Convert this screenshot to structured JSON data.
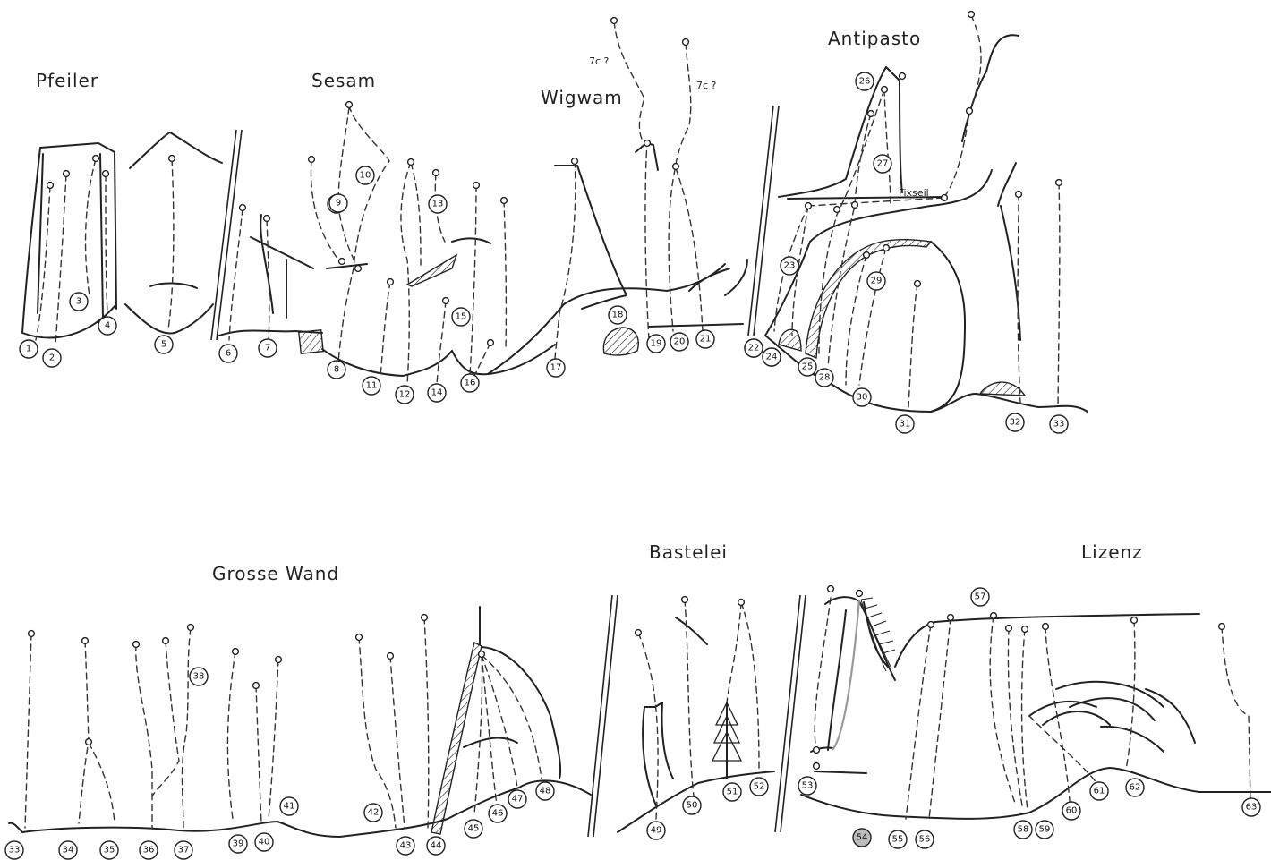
{
  "sectors": {
    "pfeiler": "Pfeiler",
    "sesam": "Sesam",
    "wigwam": "Wigwam",
    "antipasto": "Antipasto",
    "grosse_wand": "Grosse  Wand",
    "bastelei": "Bastelei",
    "lizenz": "Lizenz"
  },
  "notes": {
    "grade_a": "7c ?",
    "grade_b": "7c ?",
    "fixseil": "Fixseil"
  },
  "routes": [
    "1",
    "2",
    "3",
    "4",
    "5",
    "6",
    "7",
    "8",
    "9",
    "10",
    "11",
    "12",
    "13",
    "14",
    "15",
    "16",
    "17",
    "18",
    "19",
    "20",
    "21",
    "22",
    "23",
    "24",
    "25",
    "26",
    "27",
    "28",
    "29",
    "30",
    "31",
    "32",
    "33",
    "33",
    "34",
    "35",
    "36",
    "37",
    "38",
    "39",
    "40",
    "41",
    "42",
    "43",
    "44",
    "45",
    "46",
    "47",
    "48",
    "49",
    "50",
    "51",
    "52",
    "53",
    "54",
    "55",
    "56",
    "57",
    "58",
    "59",
    "60",
    "61",
    "62",
    "63",
    "22",
    "24",
    "9"
  ],
  "highlighted_route": "54",
  "colors": {
    "ink": "#222222",
    "highlight": "#bdbdbd"
  }
}
